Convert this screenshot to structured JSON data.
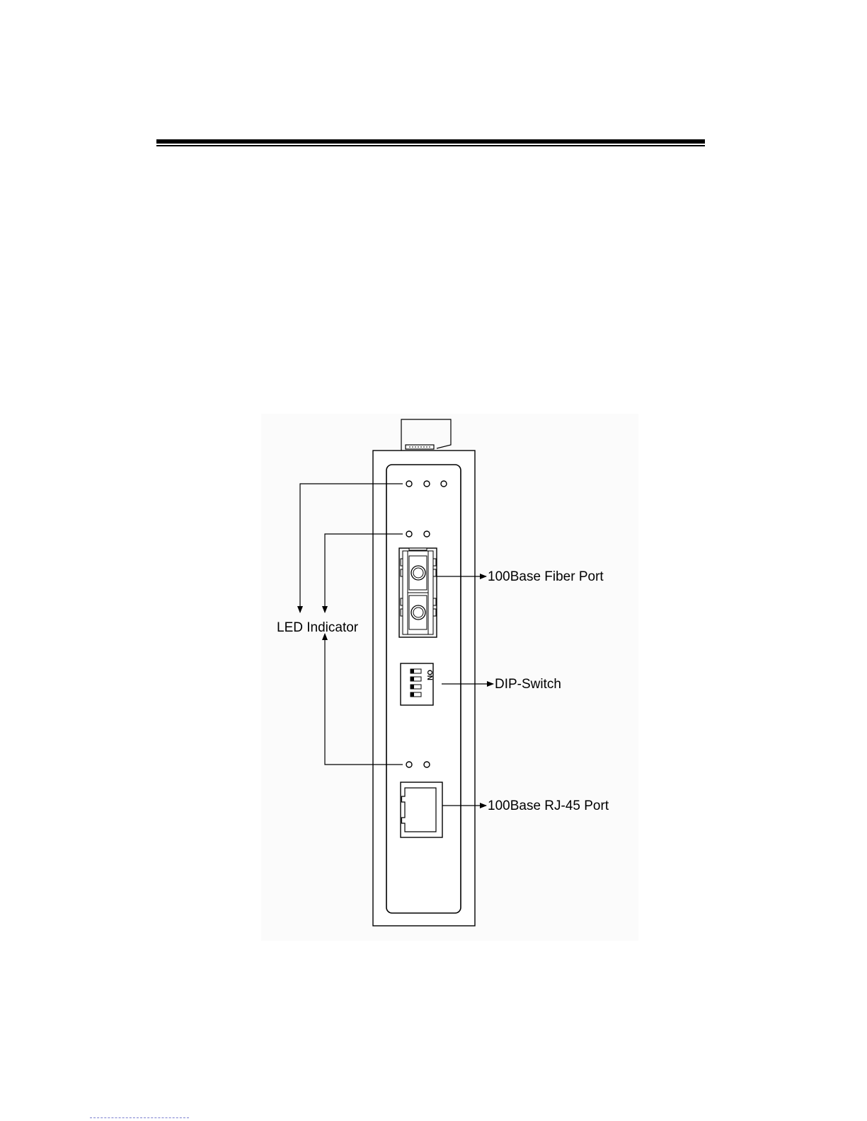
{
  "figure": {
    "labels": {
      "led_indicator": "LED Indicator",
      "fiber_port": "100Base Fiber Port",
      "dip_switch": "DIP-Switch",
      "rj45_port": "100Base RJ-45 Port"
    },
    "dip_switch_marking": "ON"
  }
}
